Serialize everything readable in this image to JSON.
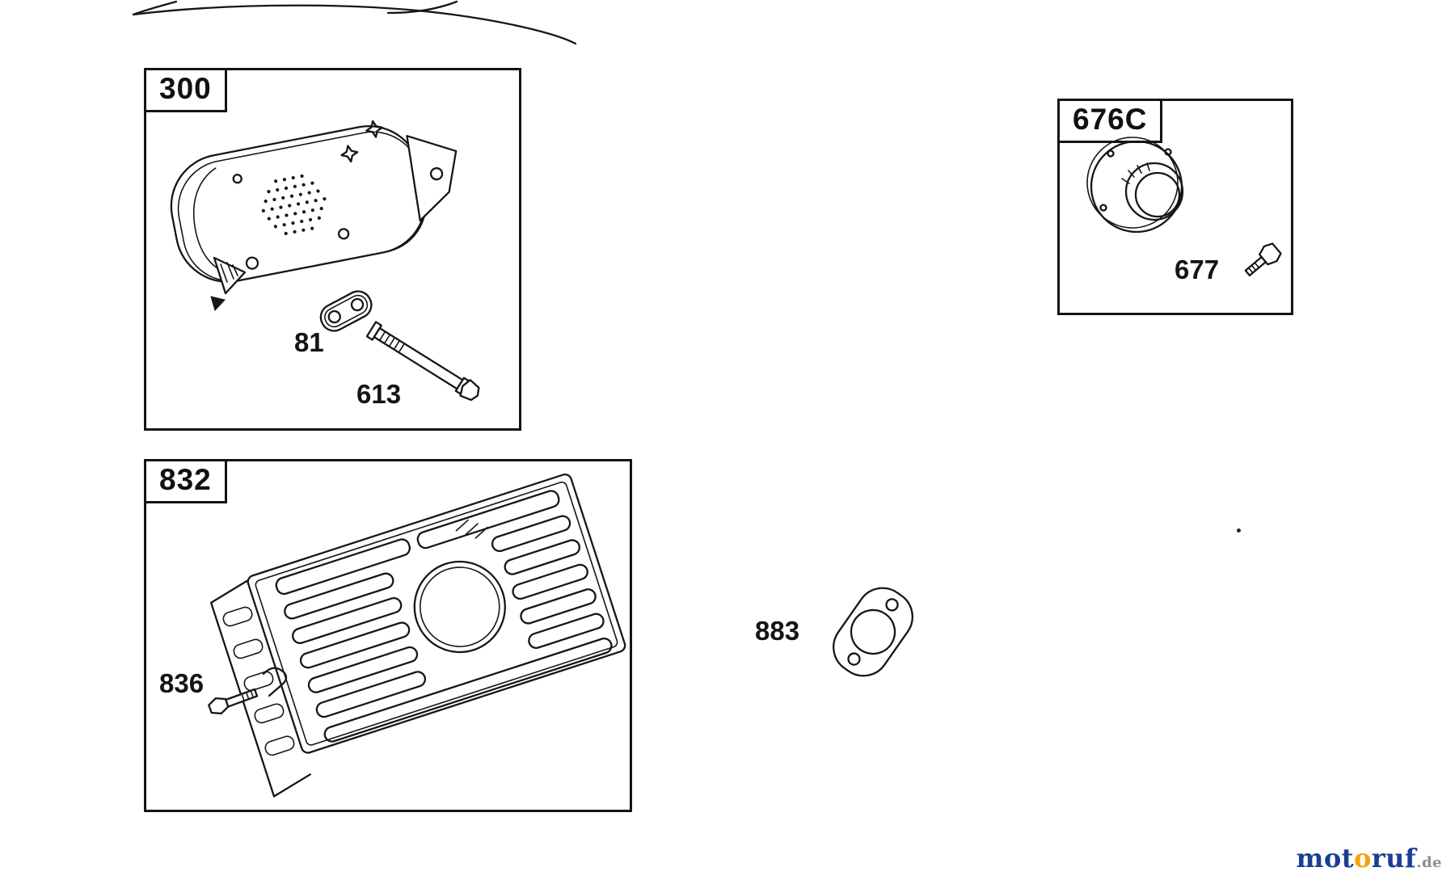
{
  "colors": {
    "ink": "#161616",
    "background": "#ffffff",
    "watermark_blue": "#1b3e93",
    "watermark_orange": "#f0a500",
    "watermark_gray": "#8d8d8d"
  },
  "panels": {
    "muffler": {
      "label": "300",
      "gasket": "81",
      "bolt": "613"
    },
    "guard": {
      "label": "832",
      "screw": "836"
    },
    "deflector": {
      "label": "676C",
      "screw": "677"
    }
  },
  "loose": {
    "gasket": "883"
  },
  "watermark": {
    "part1": "mot",
    "part2": "o",
    "part3": "ruf",
    "suffix": ".de"
  }
}
